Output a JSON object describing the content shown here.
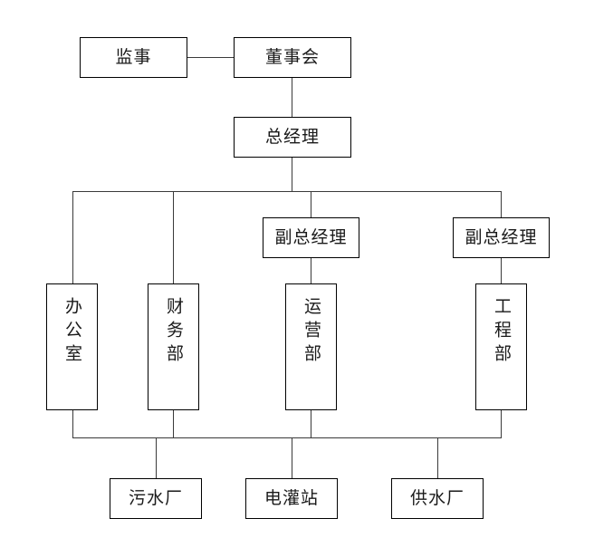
{
  "chart": {
    "title": "",
    "type": "organization-chart",
    "orientation": "top-down",
    "line_color": "#3a3a3a",
    "box_border_color": "#000000",
    "box_fill_color": "#ffffff",
    "text_color": "#1a1a1a"
  },
  "nodes": {
    "supervisor": {
      "label": "监事",
      "orientation": "horizontal"
    },
    "board": {
      "label": "董事会",
      "orientation": "horizontal"
    },
    "general_manager": {
      "label": "总经理",
      "orientation": "horizontal"
    },
    "deputy_manager_1": {
      "label": "副总经理",
      "orientation": "horizontal"
    },
    "deputy_manager_2": {
      "label": "副总经理",
      "orientation": "horizontal"
    },
    "office": {
      "label": "办公室",
      "orientation": "vertical"
    },
    "finance_dept": {
      "label": "财务部",
      "orientation": "vertical"
    },
    "operations_dept": {
      "label": "运营部",
      "orientation": "vertical"
    },
    "engineering_dept": {
      "label": "工程部",
      "orientation": "vertical"
    },
    "sewage_plant": {
      "label": "污水厂",
      "orientation": "horizontal"
    },
    "irrigation_station": {
      "label": "电灌站",
      "orientation": "horizontal"
    },
    "water_supply_plant": {
      "label": "供水厂",
      "orientation": "horizontal"
    }
  }
}
